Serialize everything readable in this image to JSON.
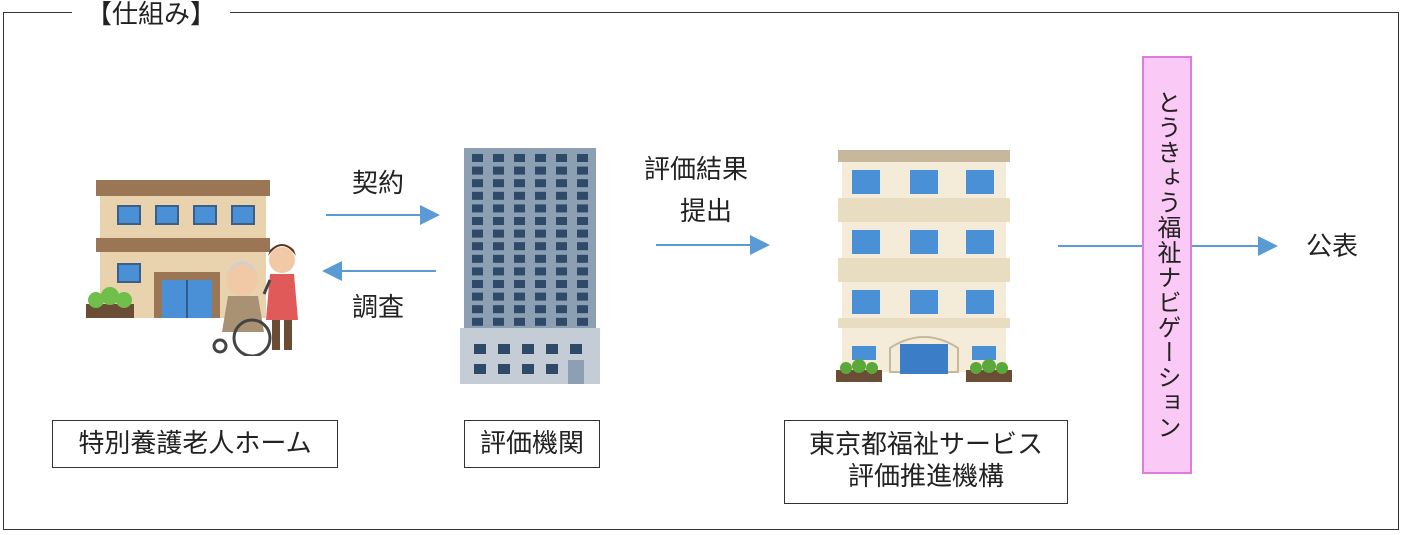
{
  "title": "【仕組み】",
  "labels": {
    "contract": "契約",
    "survey": "調査",
    "result_line1": "評価結果",
    "result_line2": "提出",
    "publish": "公表"
  },
  "boxes": {
    "nursing_home": "特別養護老人ホーム",
    "evaluator": "評価機関",
    "promotion_line1": "東京都福祉サービス",
    "promotion_line2": "評価推進機構",
    "navigation": "とうきょう福祉ナビゲーション"
  },
  "colors": {
    "arrow": "#5b9bd5",
    "nav_fill": "#fbc9f5",
    "nav_border": "#e07be0"
  }
}
